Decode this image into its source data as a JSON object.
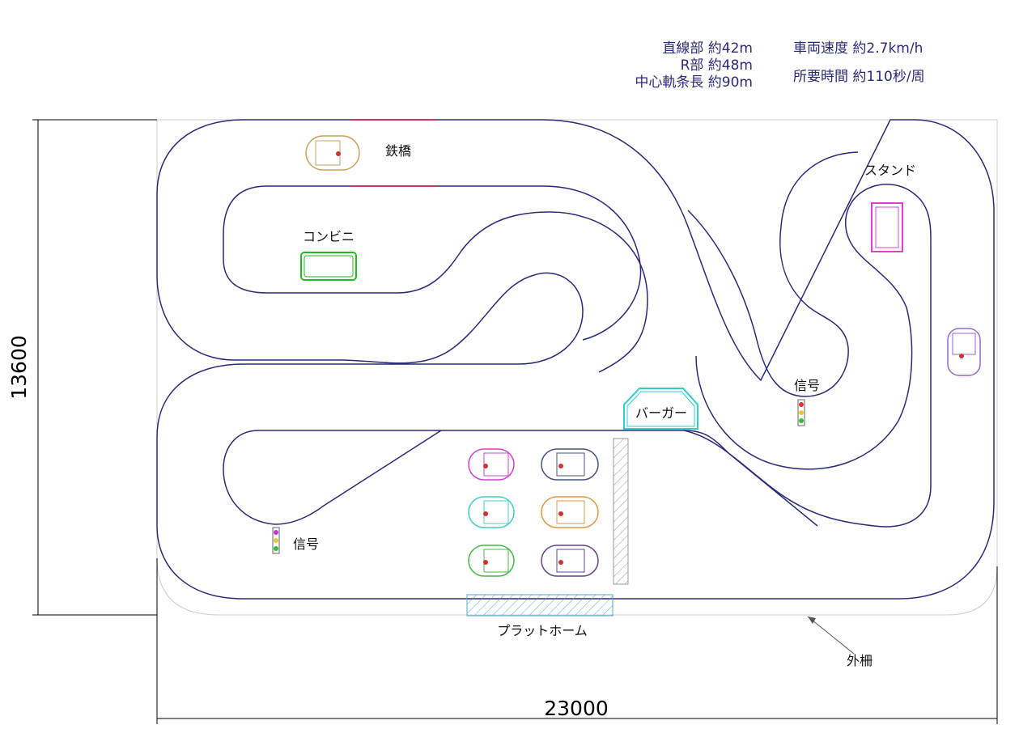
{
  "specs": {
    "straight": "直線部  約42m",
    "curve": "R部  約48m",
    "center_length": "中心軌条長  約90m",
    "speed": "車両速度  約2.7km/h",
    "lap_time": "所要時間  約110秒/周"
  },
  "labels": {
    "bridge": "鉄橋",
    "convenience": "コンビニ",
    "stand": "スタンド",
    "signal_right": "信号",
    "signal_left": "信号",
    "burger": "バーガー",
    "platform": "プラットホーム",
    "fence": "外柵"
  },
  "dimensions": {
    "height": "13600",
    "width": "23000"
  },
  "colors": {
    "track": "#2a2a7a",
    "convenience": "#22bb22",
    "stand": "#dd44cc",
    "burger": "#33cccc",
    "bridge": "#cc3366",
    "hatch": "#55aacc"
  },
  "vehicles": [
    {
      "id": "car-top",
      "color": "#c8a060"
    },
    {
      "id": "car-right",
      "color": "#9966cc"
    },
    {
      "id": "car-pink",
      "color": "#cc44cc"
    },
    {
      "id": "car-navy",
      "color": "#445577"
    },
    {
      "id": "car-cyan",
      "color": "#44cccc"
    },
    {
      "id": "car-orange",
      "color": "#dd9944"
    },
    {
      "id": "car-green",
      "color": "#44bb44"
    },
    {
      "id": "car-purple",
      "color": "#664488"
    }
  ]
}
